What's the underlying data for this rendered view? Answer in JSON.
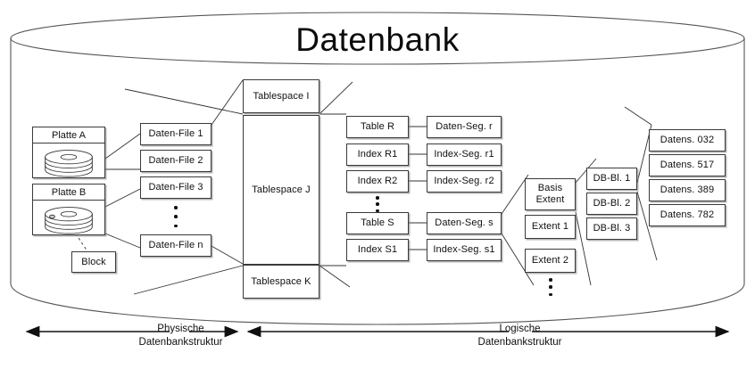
{
  "diagram": {
    "title": "Datenbank",
    "cylinder_label": "Datenbank"
  },
  "physical": {
    "disks": [
      {
        "label": "Platte A"
      },
      {
        "label": "Platte B"
      }
    ],
    "block": {
      "label": "Block"
    },
    "data_files": [
      {
        "label": "Daten-File 1"
      },
      {
        "label": "Daten-File 2"
      },
      {
        "label": "Daten-File 3"
      },
      {
        "label": "Daten-File n"
      }
    ],
    "ellipsis": "⋮"
  },
  "tablespaces": [
    {
      "label": "Tablespace I"
    },
    {
      "label": "Tablespace J"
    },
    {
      "label": "Tablespace K"
    }
  ],
  "logical": {
    "objects": [
      {
        "label": "Table R"
      },
      {
        "label": "Index R1"
      },
      {
        "label": "Index R2"
      },
      {
        "label": "Table S"
      },
      {
        "label": "Index S1"
      }
    ],
    "segments": [
      {
        "label": "Daten-Seg. r"
      },
      {
        "label": "Index-Seg. r1"
      },
      {
        "label": "Index-Seg. r2"
      },
      {
        "label": "Daten-Seg. s"
      },
      {
        "label": "Index-Seg. s1"
      }
    ],
    "extents": [
      {
        "label_line1": "Basis",
        "label_line2": "Extent"
      },
      {
        "label": "Extent 1"
      },
      {
        "label": "Extent 2"
      }
    ],
    "db_blocks": [
      {
        "label": "DB-Bl. 1"
      },
      {
        "label": "DB-Bl. 2"
      },
      {
        "label": "DB-Bl. 3"
      }
    ],
    "records": [
      {
        "label": "Datens. 032"
      },
      {
        "label": "Datens. 517"
      },
      {
        "label": "Datens. 389"
      },
      {
        "label": "Datens. 782"
      }
    ]
  },
  "axes": [
    {
      "line1": "Physische",
      "line2": "Datenbankstruktur"
    },
    {
      "line1": "Logische",
      "line2": "Datenbankstruktur"
    }
  ],
  "colors": {
    "stroke": "#3a3a3a",
    "text": "#101010",
    "background": "#ffffff",
    "page": "#f2f2f2",
    "shadow": "#787878"
  }
}
